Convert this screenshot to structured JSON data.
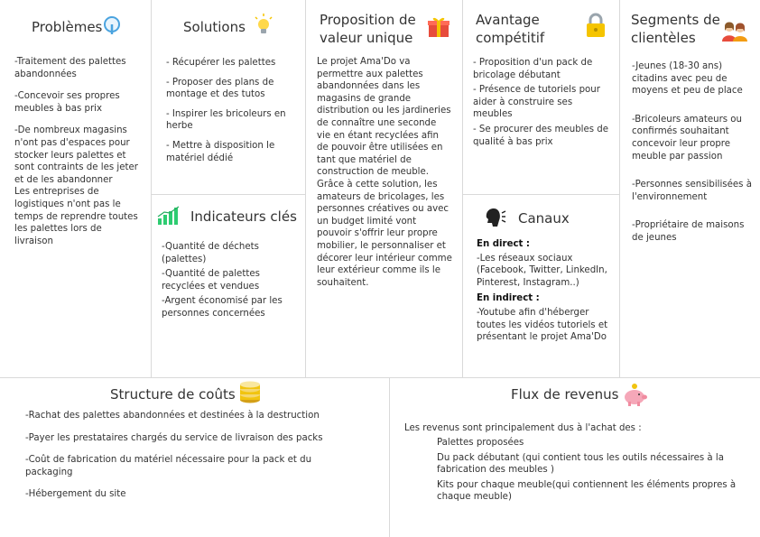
{
  "colors": {
    "divider": "#d9d9d9",
    "text": "#333333",
    "accent_blue": "#4aa3df",
    "accent_yellow": "#f5c400",
    "accent_red": "#e74c3c",
    "accent_green": "#2ecc71",
    "accent_pink": "#f5a7b8"
  },
  "problems": {
    "title": "Problèmes",
    "items": [
      "-Traitement des palettes abandonnées",
      "-Concevoir ses propres meubles à bas prix",
      "-De nombreux magasins n'ont pas d'espaces pour stocker leurs palettes et sont contraints de les jeter et de les abandonner\nLes entreprises de logistiques n'ont pas le temps de reprendre toutes les palettes lors de livraison"
    ]
  },
  "solutions": {
    "title": "Solutions",
    "items": [
      "- Récupérer les palettes",
      "- Proposer des plans de montage et des tutos",
      "- Inspirer les bricoleurs en herbe",
      "- Mettre à disposition le matériel dédié"
    ]
  },
  "indicators": {
    "title": "Indicateurs clés",
    "items": [
      "-Quantité de déchets (palettes)",
      "-Quantité de palettes recyclées et vendues",
      "-Argent économisé par les personnes concernées"
    ]
  },
  "value": {
    "title_line1": "Proposition de",
    "title_line2": "valeur unique",
    "text": "Le projet Ama'Do va permettre aux palettes abandonnées dans les magasins de grande distribution ou les jardineries de connaître une seconde vie en étant recyclées afin de pouvoir être utilisées en tant que matériel de construction de meuble. Grâce à cette solution, les amateurs de bricolages, les personnes créatives ou avec un budget limité vont pouvoir s'offrir leur propre mobilier, le personnaliser et décorer leur intérieur comme leur extérieur comme ils le souhaitent."
  },
  "advantage": {
    "title_line1": "Avantage",
    "title_line2": "compétitif",
    "items": [
      "- Proposition d'un pack de bricolage débutant",
      "- Présence de tutoriels pour aider à construire ses meubles",
      "- Se procurer des meubles de qualité à bas prix"
    ]
  },
  "channels": {
    "title": "Canaux",
    "direct_label": "En direct :",
    "direct_text": "-Les réseaux sociaux (Facebook, Twitter, LinkedIn, Pinterest, Instagram..)",
    "indirect_label": "En indirect :",
    "indirect_text": "-Youtube afin d'héberger toutes les vidéos tutoriels et présentant le projet Ama'Do"
  },
  "segments": {
    "title_line1": "Segments de",
    "title_line2": "clientèles",
    "items": [
      "-Jeunes (18-30 ans) citadins avec peu de moyens et peu de place",
      "-Bricoleurs amateurs ou confirmés souhaitant concevoir leur propre meuble par passion",
      "-Personnes sensibilisées à l'environnement",
      "-Propriétaire de maisons de jeunes"
    ]
  },
  "costs": {
    "title": "Structure de coûts",
    "items": [
      "-Rachat des palettes abandonnées et destinées à la destruction",
      "-Payer les prestataires chargés du service de livraison des packs",
      "-Coût de fabrication du matériel nécessaire pour la pack et du packaging",
      "-Hébergement du site"
    ]
  },
  "revenue": {
    "title": "Flux de revenus",
    "intro": "Les revenus sont principalement dus à l'achat des :",
    "items": [
      "Palettes proposées",
      "Du pack débutant (qui contient tous les outils nécessaires à la fabrication des meubles )",
      "Kits pour chaque meuble(qui contiennent les éléments propres à chaque meuble)"
    ]
  },
  "icons": {
    "problems": "magnifier-icon",
    "solutions": "lightbulb-icon",
    "value": "gift-icon",
    "advantage": "padlock-icon",
    "segments": "people-icon",
    "indicators": "bar-chart-icon",
    "channels": "speaking-head-icon",
    "costs": "coins-icon",
    "revenue": "piggy-bank-icon"
  }
}
